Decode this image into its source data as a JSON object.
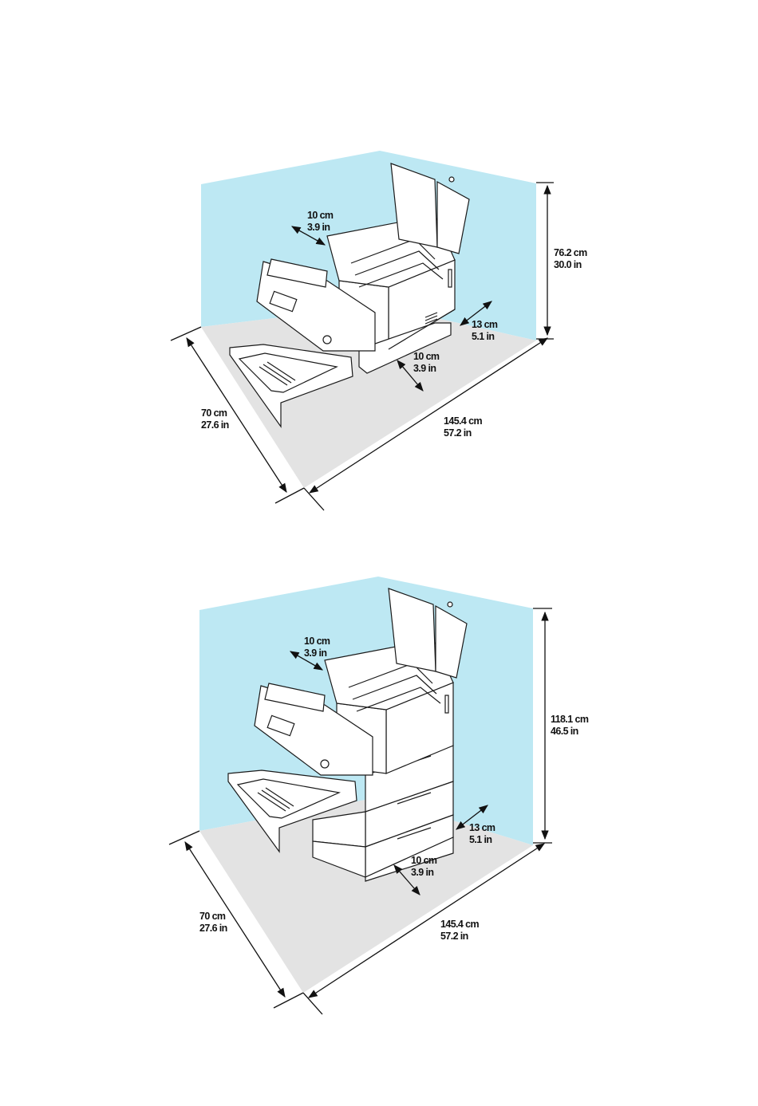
{
  "diagrams": [
    {
      "configuration": "printer-only",
      "dimensions": {
        "rear_clearance": {
          "cm": "10 cm",
          "in": "3.9 in"
        },
        "height": {
          "cm": "76.2 cm",
          "in": "30.0 in"
        },
        "right_clearance": {
          "cm": "13 cm",
          "in": "5.1 in"
        },
        "front_clearance": {
          "cm": "10 cm",
          "in": "3.9 in"
        },
        "depth": {
          "cm": "70 cm",
          "in": "27.6 in"
        },
        "width": {
          "cm": "145.4 cm",
          "in": "57.2 in"
        }
      }
    },
    {
      "configuration": "printer-with-feeders",
      "dimensions": {
        "rear_clearance": {
          "cm": "10 cm",
          "in": "3.9 in"
        },
        "height": {
          "cm": "118.1 cm",
          "in": "46.5 in"
        },
        "right_clearance": {
          "cm": "13 cm",
          "in": "5.1 in"
        },
        "front_clearance": {
          "cm": "10 cm",
          "in": "3.9 in"
        },
        "depth": {
          "cm": "70 cm",
          "in": "27.6 in"
        },
        "width": {
          "cm": "145.4 cm",
          "in": "57.2 in"
        }
      }
    }
  ],
  "colors": {
    "wall": "#bde8f3",
    "floor": "#e3e3e3",
    "line": "#1a1a1a"
  }
}
